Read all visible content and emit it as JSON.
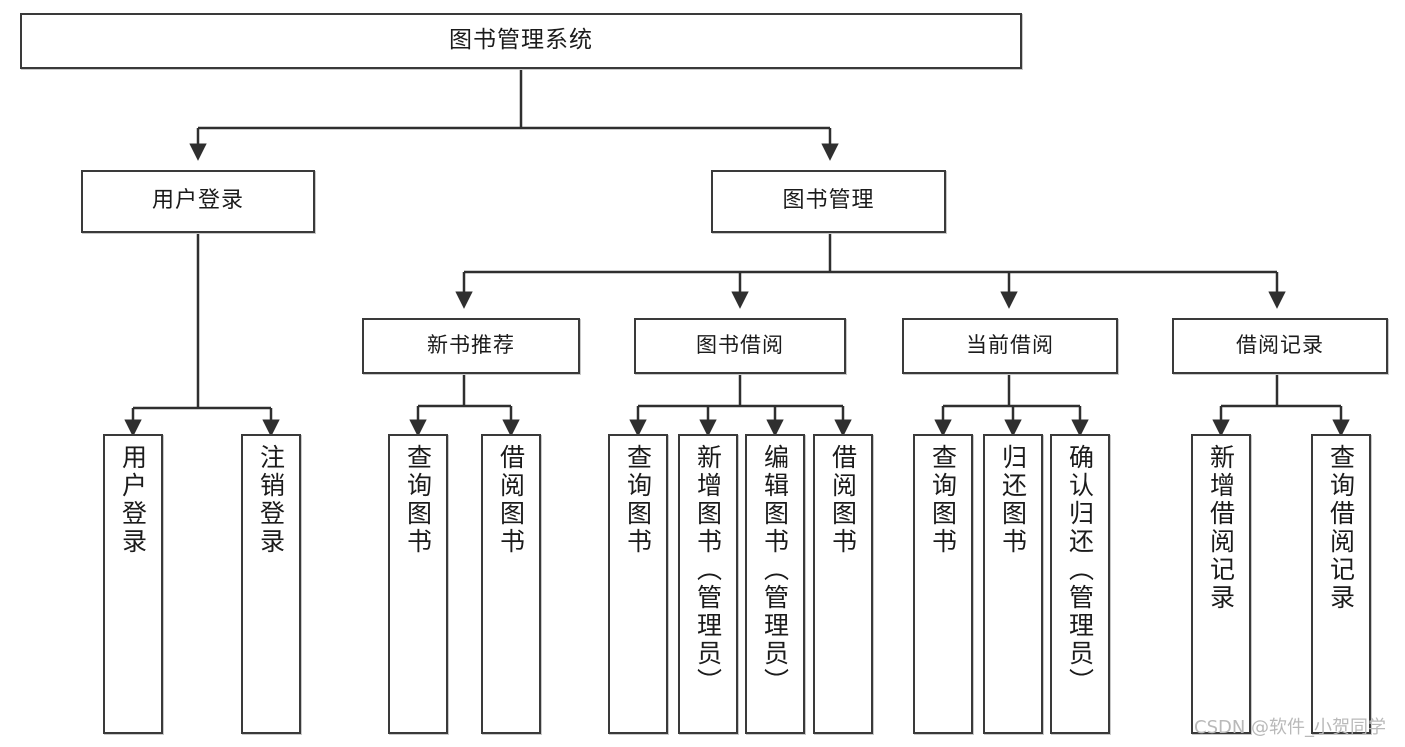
{
  "diagram": {
    "title": "图书管理系统",
    "type": "tree-hierarchy-chart",
    "watermark": "CSDN @软件_小贺同学",
    "colors": {
      "border": "#3a3a3a",
      "text": "#1b1b1b",
      "background": "#ffffff",
      "watermark": "#b9b9b9"
    }
  },
  "nodes": {
    "root": {
      "label": "图书管理系统"
    },
    "level2": [
      {
        "id": "user-login",
        "label": "用户登录"
      },
      {
        "id": "book-manage",
        "label": "图书管理"
      }
    ],
    "level3": [
      {
        "id": "new-book-recommend",
        "label": "新书推荐"
      },
      {
        "id": "book-borrow",
        "label": "图书借阅"
      },
      {
        "id": "current-borrow",
        "label": "当前借阅"
      },
      {
        "id": "borrow-record",
        "label": "借阅记录"
      }
    ],
    "leaves": {
      "user-login": [
        {
          "id": "leaf-user-login",
          "label": "用户登录"
        },
        {
          "id": "leaf-logout-login",
          "label": "注销登录"
        }
      ],
      "new-book-recommend": [
        {
          "id": "leaf-query-book-1",
          "label": "查询图书"
        },
        {
          "id": "leaf-borrow-book-1",
          "label": "借阅图书"
        }
      ],
      "book-borrow": [
        {
          "id": "leaf-query-book-2",
          "label": "查询图书"
        },
        {
          "id": "leaf-add-book",
          "label": "新增图书（管理员）"
        },
        {
          "id": "leaf-edit-book",
          "label": "编辑图书（管理员）"
        },
        {
          "id": "leaf-borrow-book-2",
          "label": "借阅图书"
        }
      ],
      "current-borrow": [
        {
          "id": "leaf-query-book-3",
          "label": "查询图书"
        },
        {
          "id": "leaf-return-book",
          "label": "归还图书"
        },
        {
          "id": "leaf-confirm-return",
          "label": "确认归还（管理员）"
        }
      ],
      "borrow-record": [
        {
          "id": "leaf-add-record",
          "label": "新增借阅记录"
        },
        {
          "id": "leaf-query-record",
          "label": "查询借阅记录"
        }
      ]
    }
  }
}
